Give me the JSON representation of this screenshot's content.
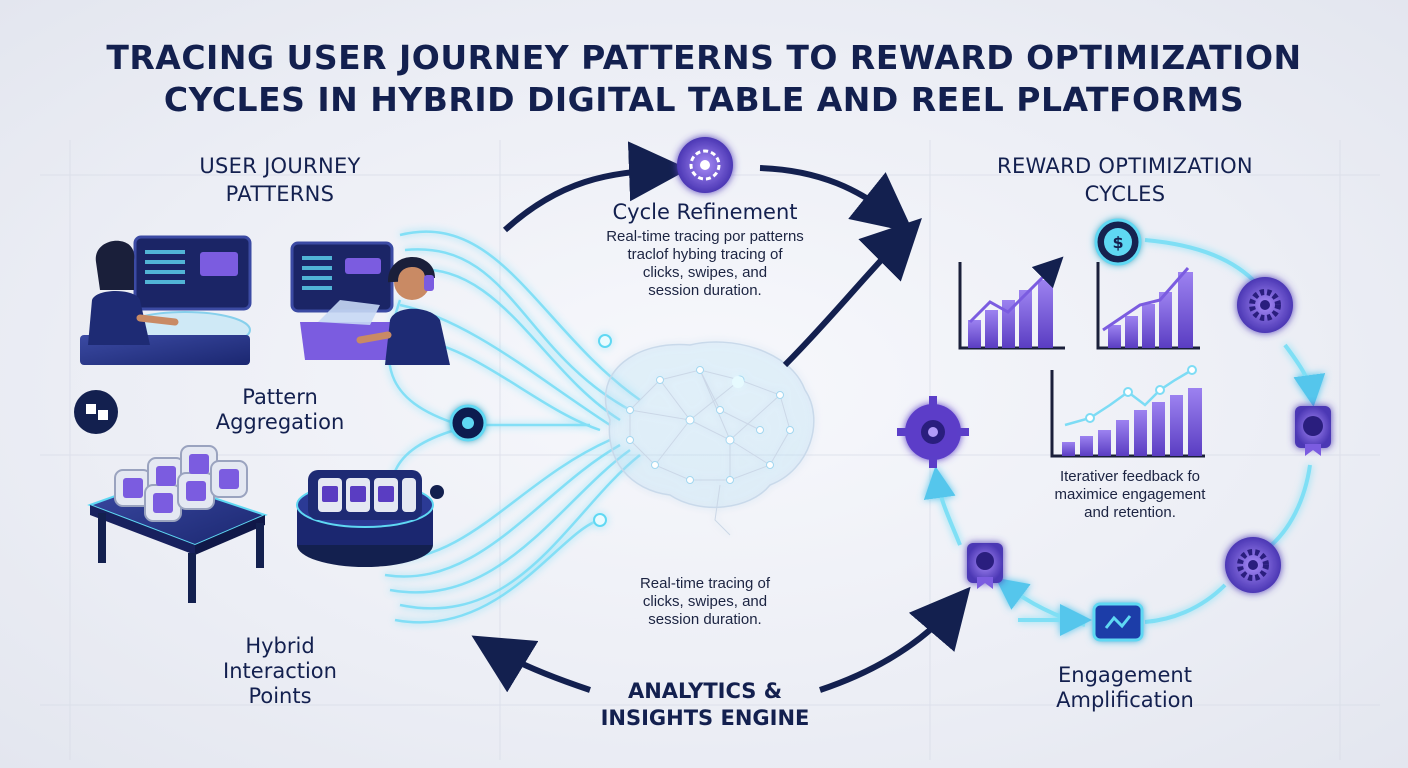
{
  "title": {
    "line1": "TRACING USER JOURNEY PATTERNS TO REWARD OPTIMIZATION",
    "line2": "CYCLES IN HYBRID DIGITAL TABLE AND REEL PLATFORMS"
  },
  "left": {
    "heading_line1": "USER JOURNEY",
    "heading_line2": "PATTERNS",
    "pattern_line1": "Pattern",
    "pattern_line2": "Aggregation",
    "hybrid_line1": "Hybrid",
    "hybrid_line2": "Interaction",
    "hybrid_line3": "Points"
  },
  "center": {
    "cycle_title": "Cycle Refinement",
    "cycle_line1": "Real-time tracing por patterns",
    "cycle_line2": "traclof hybing tracing of",
    "cycle_line3": "clicks, swipes, and",
    "cycle_line4": "session duration.",
    "tracing_line1": "Real-time tracing of",
    "tracing_line2": "clicks, swipes, and",
    "tracing_line3": "session duration.",
    "engine_line1": "ANALYTICS &",
    "engine_line2": "INSIGHTS ENGINE"
  },
  "right": {
    "heading_line1": "REWARD OPTIMIZATION",
    "heading_line2": "CYCLES",
    "feedback_line1": "Iterativer feedback fo",
    "feedback_line2": "maximice engagement",
    "feedback_line3": "and retention.",
    "amp_line1": "Engagement",
    "amp_line2": "Amplification"
  },
  "colors": {
    "navy": "#13204f",
    "purple": "#7b5ce0",
    "cyan": "#5fd8f3"
  },
  "icons": [
    "gear-icon",
    "dollar-coin-icon",
    "brain-network-icon",
    "ribbon-badge-icon",
    "flow-screen-icon"
  ]
}
